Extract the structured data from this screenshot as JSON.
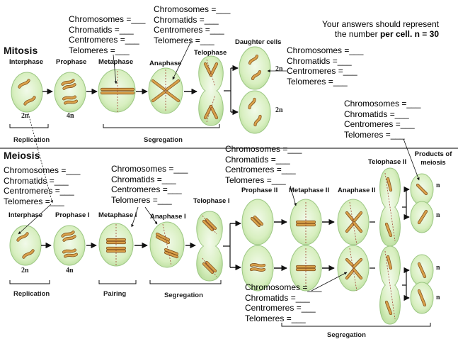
{
  "note": {
    "prefix": "Your answers should represent",
    "lead": "the number",
    "bold": "per cell.",
    "n_label": "n = 30"
  },
  "sections": {
    "mitosis": "Mitosis",
    "meiosis": "Meiosis"
  },
  "mitosis": {
    "stages": [
      "Interphase",
      "Prophase",
      "Metaphase",
      "Anaphase",
      "Telophase",
      "Daughter cells"
    ],
    "ploidy": {
      "interphase": "2n",
      "prophase": "4n",
      "daughter_top": "2n",
      "daughter_bottom": "2n"
    },
    "brackets": {
      "replication": "Replication",
      "segregation": "Segregation"
    }
  },
  "meiosis": {
    "stages": [
      "Interphase",
      "Prophase I",
      "Metaphase I",
      "Anaphase I",
      "Telophase I",
      "Prophase II",
      "Metaphase II",
      "Anaphase II",
      "Telophase II",
      "Products of meiosis"
    ],
    "ploidy": {
      "interphase": "2n",
      "prophase": "4n",
      "product": "n"
    },
    "brackets": {
      "replication": "Replication",
      "pairing": "Pairing",
      "segregation1": "Segregation",
      "segregation2": "Segregation"
    }
  },
  "question_block": {
    "chromosomes": "Chromosomes =___",
    "chromatids": "Chromatids =___",
    "centromeres": "Centromeres =___",
    "telomeres": "Telomeres =___"
  },
  "colors": {
    "cell_fill": "#d8efc0",
    "cell_edge": "#9cc783",
    "chromosome": "#d8a04a",
    "spindle": "#a04030"
  }
}
